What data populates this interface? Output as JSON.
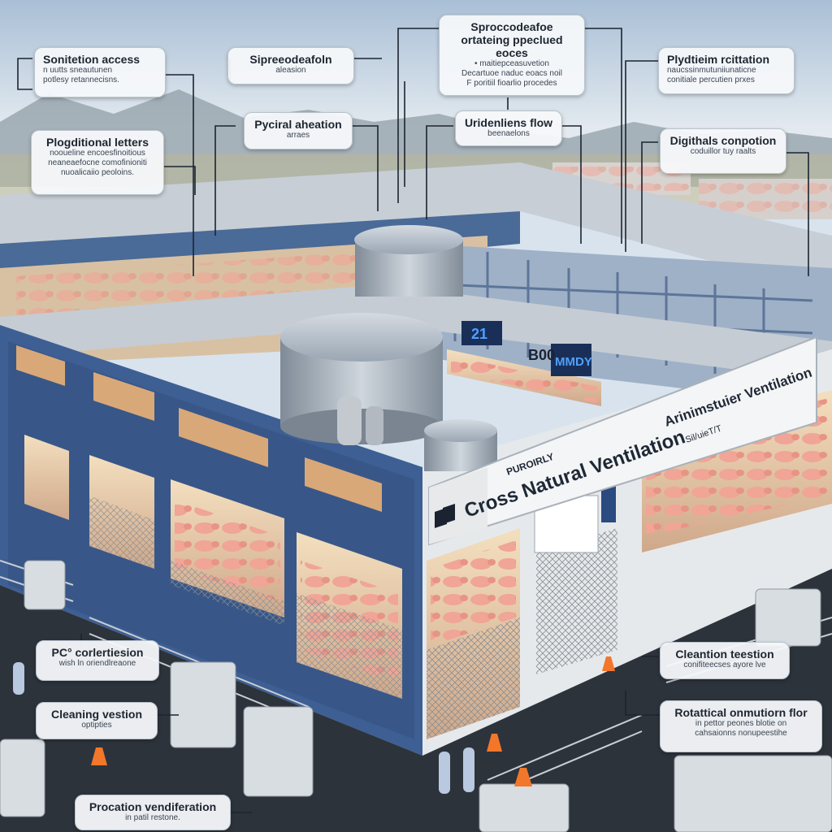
{
  "callouts": [
    {
      "id": "sanitation-access",
      "title": "Sonitetion access",
      "sub": "n uutts sneautunen\npotlesy retannecisns."
    },
    {
      "id": "superfoodfaln-station",
      "title": "Sipreeodeafoln",
      "sub": "aleasion"
    },
    {
      "id": "procedures",
      "title": "Sproccodeafoe ortateing\nppeclued eoces",
      "sub": "• maitiepceasuvetion\nDecartuoe naduc eoacs noil\nF poritiil fioarlio procedes"
    },
    {
      "id": "physician-ventilation",
      "title": "Plydtieim rcittation",
      "sub": "naucssinmutuniiunaticne\nconitiale percutien prxes"
    },
    {
      "id": "plogditional-letters",
      "title": "Plogditional letters",
      "sub": "nooueline encoesfinoitious\nneaneaefocne comofinioniti\nnuoalicaiio peoloins."
    },
    {
      "id": "physical-arrays",
      "title": "Pyciral aheation",
      "sub": "arraes"
    },
    {
      "id": "unidentions-flow",
      "title": "Uridenliens flow",
      "sub": "beenaelons"
    },
    {
      "id": "digitals-companion",
      "title": "Digithals conpotion",
      "sub": "coduillor tuy raalts"
    },
    {
      "id": "pc-contention",
      "title": "PC° corlertiesion",
      "sub": "wish ln oriendlreaone"
    },
    {
      "id": "cleaning-vestion-left",
      "title": "Cleaning vestion",
      "sub": "optipties"
    },
    {
      "id": "cleantion-testion",
      "title": "Cleantion teestion",
      "sub": "conifiteecses ayore lve"
    },
    {
      "id": "rotational-formation",
      "title": "Rotattical onmutiorn flor",
      "sub": "in pettor peones blotie on\ncahsaionns nonupeestihe"
    },
    {
      "id": "procation-vendiferation",
      "title": "Procation vendiferation",
      "sub": "in patil restone."
    }
  ],
  "sign": {
    "heading": "Arinimstuier Ventilation",
    "subheading": "Sil/uieT/T",
    "small": "PUROIRLY",
    "main": "Cross Natural Ventilation"
  },
  "screens": [
    "21",
    "B00",
    "MMDY"
  ],
  "colors": {
    "sky": "#c6d6e6",
    "building": "#3c5e92",
    "wall": "#e9ecef",
    "pig": "#f2a79a",
    "ground": "#2b3138"
  }
}
